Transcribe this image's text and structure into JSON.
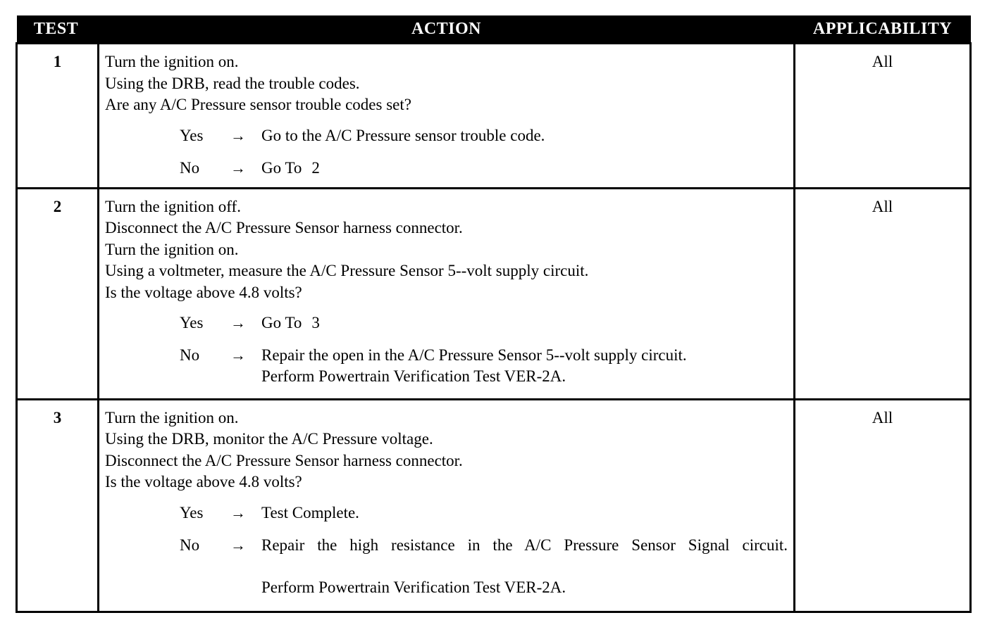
{
  "table": {
    "headers": {
      "test": "TEST",
      "action": "ACTION",
      "applicability": "APPLICABILITY"
    },
    "rows": [
      {
        "test": "1",
        "applicability": "All",
        "statements": [
          "Turn the ignition on.",
          "Using the DRB, read the trouble codes.",
          "Are any A/C Pressure sensor trouble codes set?"
        ],
        "branches": [
          {
            "label": "Yes",
            "arrow": "→",
            "lines": [
              "Go to the A/C Pressure sensor trouble code."
            ],
            "justify": false
          },
          {
            "label": "No",
            "arrow": "→",
            "lines": [
              "Go To"
            ],
            "goto": "2",
            "justify": false
          }
        ]
      },
      {
        "test": "2",
        "applicability": "All",
        "statements": [
          "Turn the ignition off.",
          "Disconnect the A/C Pressure Sensor harness connector.",
          "Turn the ignition on.",
          "Using a voltmeter, measure the A/C Pressure Sensor 5--volt supply circuit.",
          "Is the voltage above 4.8 volts?"
        ],
        "branches": [
          {
            "label": "Yes",
            "arrow": "→",
            "lines": [
              "Go To"
            ],
            "goto": "3",
            "justify": false
          },
          {
            "label": "No",
            "arrow": "→",
            "lines": [
              "Repair the open in the A/C Pressure Sensor 5--volt supply circuit.",
              "Perform Powertrain Verification Test VER-2A."
            ],
            "justify": false
          }
        ]
      },
      {
        "test": "3",
        "applicability": "All",
        "statements": [
          "Turn the ignition on.",
          "Using the DRB, monitor the A/C Pressure voltage.",
          "Disconnect the A/C Pressure Sensor harness connector.",
          "Is the voltage above 4.8 volts?"
        ],
        "branches": [
          {
            "label": "Yes",
            "arrow": "→",
            "lines": [
              "Test Complete."
            ],
            "justify": false
          },
          {
            "label": "No",
            "arrow": "→",
            "lines": [
              "Repair the high resistance in the A/C Pressure Sensor Signal circuit.",
              "Perform Powertrain Verification Test VER-2A."
            ],
            "justify": true
          }
        ]
      }
    ]
  }
}
